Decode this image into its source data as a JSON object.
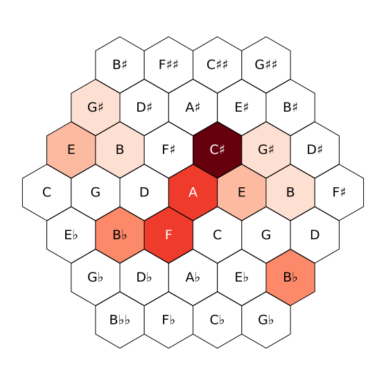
{
  "tonnetz": {
    "cell_colors": {
      "0": "#ffffff",
      "1": "#fee0d2",
      "2": "#fcbba1",
      "3": "#fc8a6a",
      "4": "#ef3b2c",
      "5": "#67000d"
    },
    "rows": [
      [
        {
          "label": "B♯",
          "level": 0
        },
        {
          "label": "F♯♯",
          "level": 0
        },
        {
          "label": "C♯♯",
          "level": 0
        },
        {
          "label": "G♯♯",
          "level": 0
        }
      ],
      [
        {
          "label": "G♯",
          "level": 1
        },
        {
          "label": "D♯",
          "level": 0
        },
        {
          "label": "A♯",
          "level": 0
        },
        {
          "label": "E♯",
          "level": 0
        },
        {
          "label": "B♯",
          "level": 0
        }
      ],
      [
        {
          "label": "E",
          "level": 2
        },
        {
          "label": "B",
          "level": 1
        },
        {
          "label": "F♯",
          "level": 0
        },
        {
          "label": "C♯",
          "level": 5
        },
        {
          "label": "G♯",
          "level": 1
        },
        {
          "label": "D♯",
          "level": 0
        }
      ],
      [
        {
          "label": "C",
          "level": 0
        },
        {
          "label": "G",
          "level": 0
        },
        {
          "label": "D",
          "level": 0
        },
        {
          "label": "A",
          "level": 4
        },
        {
          "label": "E",
          "level": 2
        },
        {
          "label": "B",
          "level": 1
        },
        {
          "label": "F♯",
          "level": 0
        }
      ],
      [
        {
          "label": "E♭",
          "level": 0
        },
        {
          "label": "B♭",
          "level": 3
        },
        {
          "label": "F",
          "level": 4
        },
        {
          "label": "C",
          "level": 0
        },
        {
          "label": "G",
          "level": 0
        },
        {
          "label": "D",
          "level": 0
        }
      ],
      [
        {
          "label": "G♭",
          "level": 0
        },
        {
          "label": "D♭",
          "level": 0
        },
        {
          "label": "A♭",
          "level": 0
        },
        {
          "label": "E♭",
          "level": 0
        },
        {
          "label": "B♭",
          "level": 3
        }
      ],
      [
        {
          "label": "B♭♭",
          "level": 0
        },
        {
          "label": "F♭",
          "level": 0
        },
        {
          "label": "C♭",
          "level": 0
        },
        {
          "label": "G♭",
          "level": 0
        }
      ]
    ]
  }
}
